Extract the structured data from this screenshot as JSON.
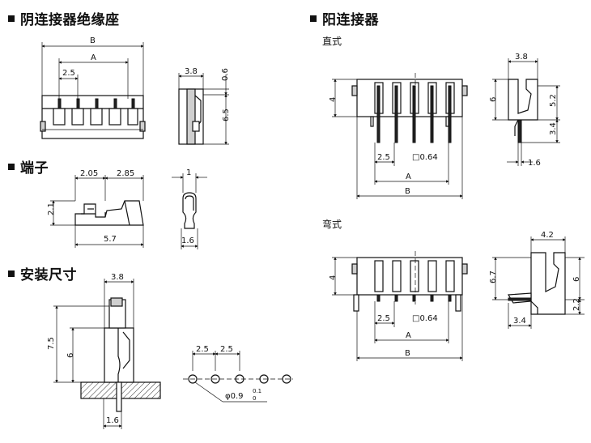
{
  "sections": {
    "female_housing": "阴连接器绝缘座",
    "terminal": "端子",
    "mounting": "安装尺寸",
    "male_connector": "阳连接器",
    "straight": "直式",
    "right_angle": "弯式"
  },
  "dims": {
    "B": "B",
    "A": "A",
    "p25": "2.5",
    "w38": "3.8",
    "h06": "0.6",
    "h65": "6.5",
    "t205": "2.05",
    "t285": "2.85",
    "t1": "1",
    "t21": "2.1",
    "t57": "5.7",
    "t16": "1.6",
    "h75": "7.5",
    "h6": "6",
    "h4": "4",
    "h52": "5.2",
    "h34": "3.4",
    "sq064": "□0.64",
    "w42": "4.2",
    "h67": "6.7",
    "h22": "2.2",
    "hole_dia": "φ0.9",
    "hole_tol": "0.1",
    "hole_tol0": "0"
  },
  "icons": {
    "section_marker": "filled-square"
  }
}
